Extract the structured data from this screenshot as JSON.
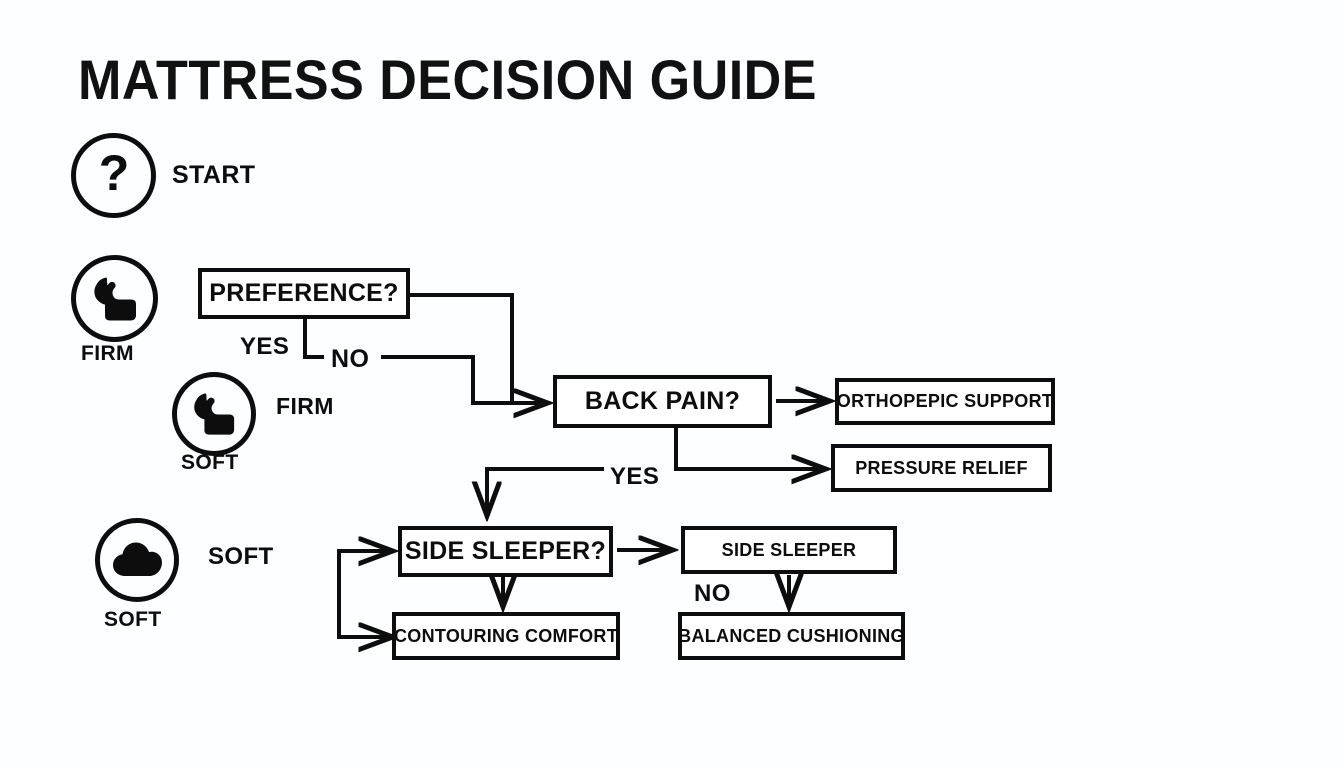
{
  "page": {
    "title": "MATTRESS DECISION GUIDE",
    "background_color": "#fdfeff",
    "ink_color": "#0d0d0d"
  },
  "legend": [
    {
      "icon": "question-mark-circle-icon",
      "caption": "",
      "side_label": "START"
    },
    {
      "icon": "flexed-bicep-circle-icon",
      "caption": "FIRM",
      "side_label": ""
    },
    {
      "icon": "flexed-bicep-circle-icon",
      "caption": "SOFT",
      "side_label": "FIRM"
    },
    {
      "icon": "cloud-circle-icon",
      "caption": "SOFT",
      "side_label": "SOFT"
    }
  ],
  "nodes": {
    "preference": {
      "label": "PREFERENCE?",
      "kind": "decision"
    },
    "back_pain": {
      "label": "BACK PAIN?",
      "kind": "decision"
    },
    "side_sleeper_question": {
      "label": "SIDE SLEEPER?",
      "kind": "decision"
    },
    "orthopedic_support": {
      "label": "ORTHOPEPIC SUPPORT",
      "kind": "outcome"
    },
    "pressure_relief": {
      "label": "PRESSURE RELIEF",
      "kind": "outcome"
    },
    "side_sleeper_result": {
      "label": "SIDE SLEEPER",
      "kind": "outcome"
    },
    "contouring_comfort": {
      "label": "CONTOURING COMFORT",
      "kind": "outcome"
    },
    "balanced_cushioning": {
      "label": "BALANCED CUSHIONING",
      "kind": "outcome"
    }
  },
  "edge_labels": {
    "preference_yes": "YES",
    "preference_no": "NO",
    "back_pain_yes": "YES",
    "side_sleeper_no": "NO"
  }
}
